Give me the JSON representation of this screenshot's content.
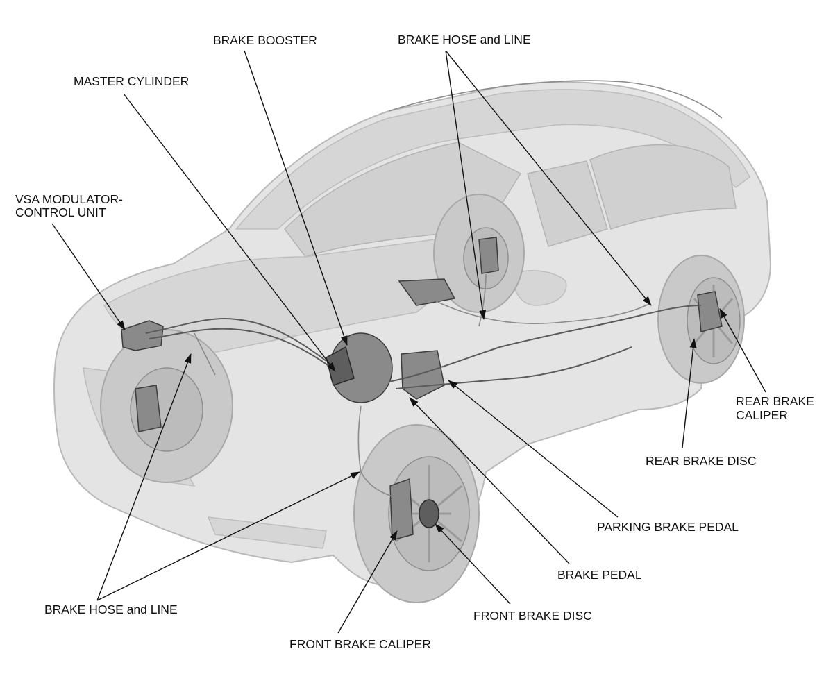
{
  "labels": {
    "brake_booster": "BRAKE BOOSTER",
    "brake_hose_line_top": "BRAKE HOSE and LINE",
    "master_cylinder": "MASTER CYLINDER",
    "vsa_line1": "VSA MODULATOR-",
    "vsa_line2": "CONTROL UNIT",
    "rear_caliper_line1": "REAR BRAKE",
    "rear_caliper_line2": "CALIPER",
    "rear_disc": "REAR BRAKE DISC",
    "parking_brake_pedal": "PARKING BRAKE PEDAL",
    "brake_pedal": "BRAKE PEDAL",
    "front_disc": "FRONT BRAKE DISC",
    "brake_hose_line_bottom": "BRAKE HOSE and LINE",
    "front_caliper": "FRONT BRAKE CALIPER"
  }
}
